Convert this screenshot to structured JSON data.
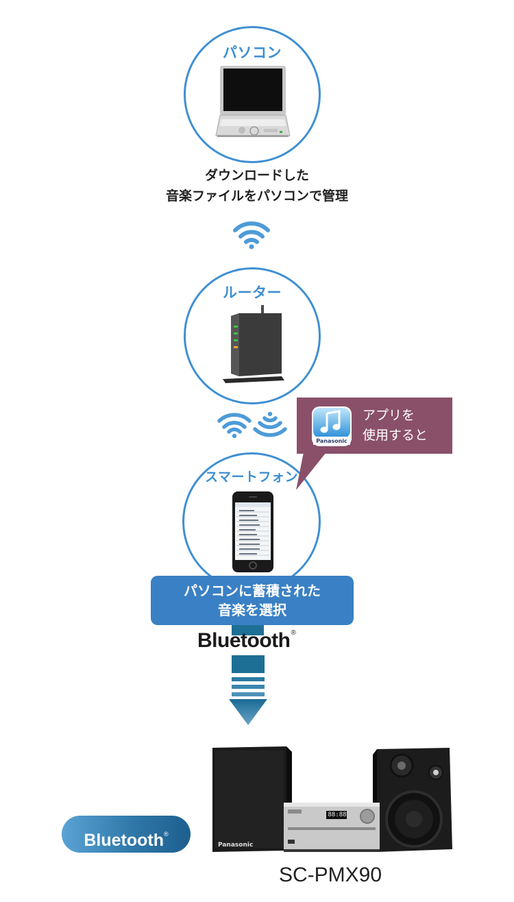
{
  "pc": {
    "title": "パソコン",
    "caption_line1": "ダウンロードした",
    "caption_line2": "音楽ファイルをパソコンで管理",
    "icon": "laptop-icon"
  },
  "router": {
    "title": "ルーター",
    "icon": "router-icon"
  },
  "smartphone": {
    "title": "スマートフォン",
    "icon": "smartphone-icon",
    "callout": {
      "app_label": "Panasonic",
      "line1": "アプリを",
      "line2": "使用すると",
      "icon": "music-note-app-icon"
    },
    "info_line1": "パソコンに蓄積された",
    "info_line2": "音楽を選択"
  },
  "bluetooth": {
    "label": "Bluetooth",
    "mark": "®",
    "pill_label": "Bluetooth",
    "pill_mark": "®"
  },
  "device": {
    "model": "SC-PMX90",
    "brand": "Panasonic",
    "display": "88:88"
  },
  "colors": {
    "circle_border": "#3f8fd2",
    "title_blue": "#3c8ed1",
    "callout_bg": "#8a5069",
    "info_box": "#3a80c4",
    "arrow": "#1e6f96",
    "wifi": "#4d9bd8"
  }
}
